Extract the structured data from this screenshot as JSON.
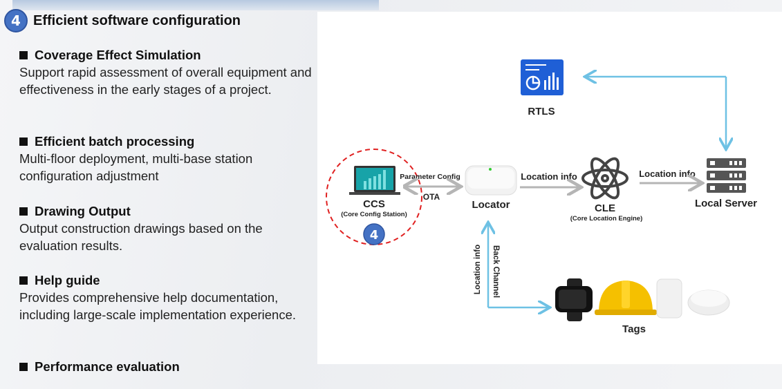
{
  "heading": {
    "number": "4",
    "title": "Efficient software configuration"
  },
  "sections": [
    {
      "title": "Coverage Effect Simulation",
      "body": "Support rapid assessment of overall equipment and effectiveness in the early stages of a project."
    },
    {
      "title": "Efficient batch processing",
      "body": "Multi-floor deployment, multi-base station configuration adjustment"
    },
    {
      "title": "Drawing Output",
      "body": "Output construction drawings based on the evaluation results."
    },
    {
      "title": "Help guide",
      "body": "Provides comprehensive help documentation, including large-scale implementation experience."
    },
    {
      "title": "Performance evaluation",
      "body": ""
    }
  ],
  "diagram": {
    "rtls": "RTLS",
    "ccs": "CCS",
    "ccs_sub": "(Core Config Station)",
    "badge": "4",
    "param_config": "Parameter Config",
    "ota": "OTA",
    "locator": "Locator",
    "loc_info_1": "Location info",
    "cle": "CLE",
    "cle_sub": "(Core Location Engine)",
    "loc_info_2": "Location info",
    "server": "Local Server",
    "loc_info_v": "Location info",
    "back_channel": "Back Channel",
    "tags": "Tags",
    "colors": {
      "arrow_blue": "#6ec1e4",
      "arrow_grey": "#b5b5b5",
      "badge": "#4472c4",
      "dashed_red": "#e02020",
      "icon_blue": "#1f5fd6"
    }
  }
}
